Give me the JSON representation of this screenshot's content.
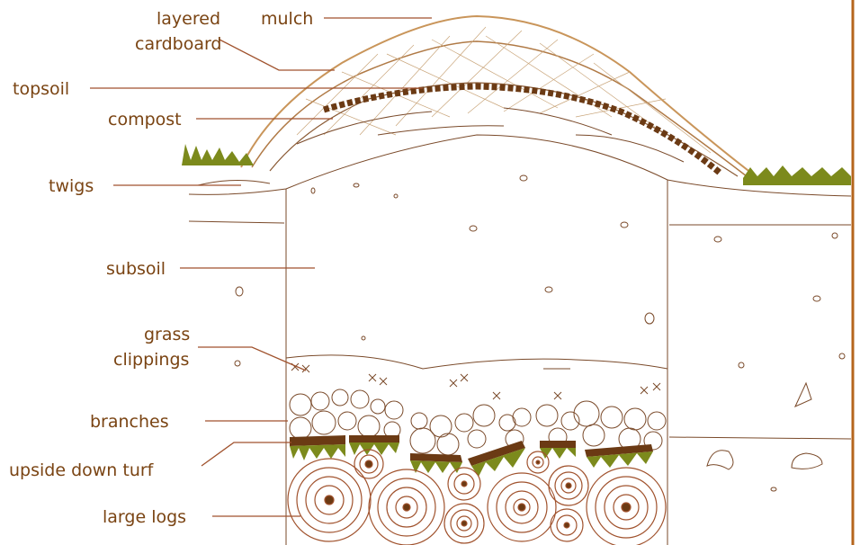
{
  "labels": {
    "mulch": "mulch",
    "layered_cardboard_line1": "layered",
    "layered_cardboard_line2": "cardboard",
    "topsoil": "topsoil",
    "compost": "compost",
    "twigs": "twigs",
    "subsoil": "subsoil",
    "grass_clippings_line1": "grass",
    "grass_clippings_line2": "clippings",
    "branches": "branches",
    "upside_down_turf": "upside down turf",
    "large_logs": "large logs"
  },
  "colors": {
    "label_text": "#7a4413",
    "leader_line": "#a0522d",
    "grass": "#7c8a1c",
    "compost": "#6b3a14",
    "wood": "#a0522d",
    "frame": "#b5651d"
  }
}
